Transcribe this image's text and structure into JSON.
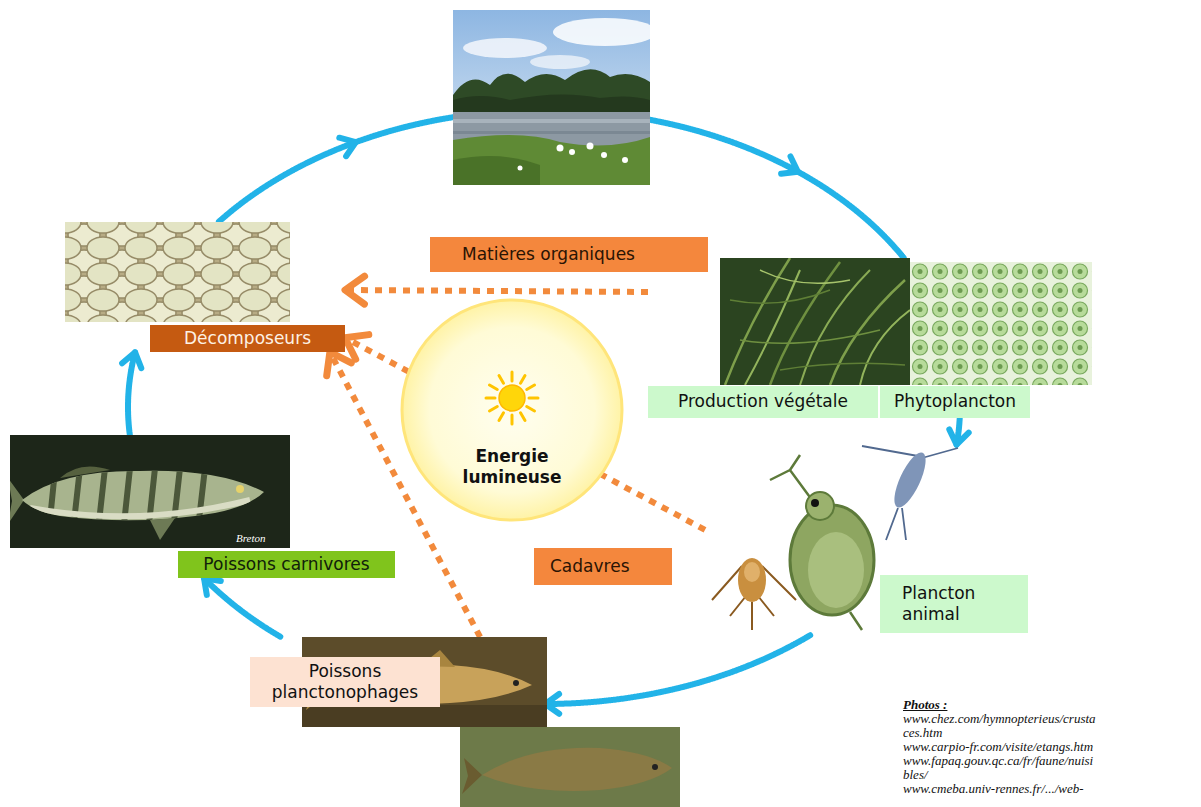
{
  "diagram": {
    "nodes": [
      {
        "text": [
          "Matières organiques"
        ]
      },
      {
        "text": [
          "Décomposeurs"
        ]
      },
      {
        "text": [
          "Production végétale"
        ]
      },
      {
        "text": [
          "Phytoplancton"
        ]
      },
      {
        "text": [
          "Energie lumineuse"
        ]
      },
      {
        "text": [
          "Poissons carnivores"
        ]
      },
      {
        "text": [
          "Cadavres"
        ]
      },
      {
        "text": [
          "Plancton animal"
        ]
      },
      {
        "text": [
          "Poissons planctonophages"
        ]
      }
    ],
    "edges": [
      {
        "from": 3,
        "to": 7,
        "arrow": "to"
      },
      {
        "from": 7,
        "to": 8,
        "arrow": "to"
      },
      {
        "from": 8,
        "to": 5,
        "arrow": "to"
      },
      {
        "from": 5,
        "to": 1,
        "arrow": "to"
      },
      {
        "from": 2,
        "to": 1,
        "arrow": "to"
      },
      {
        "from": 7,
        "to": 1,
        "arrow": "to"
      },
      {
        "from": 8,
        "to": 1,
        "arrow": "to"
      }
    ],
    "labels": [
      "Breton",
      "Photos :",
      "www.chez.com/hymnopterieus/crusta ces.htm",
      "www.carpio-fr.com/visite/etangs.htm",
      "www.fapaq.gouv.qc.ca/fr/faune/nuisi bles/",
      "www.cmeba.univ-rennes.fr/.../web-"
    ]
  }
}
